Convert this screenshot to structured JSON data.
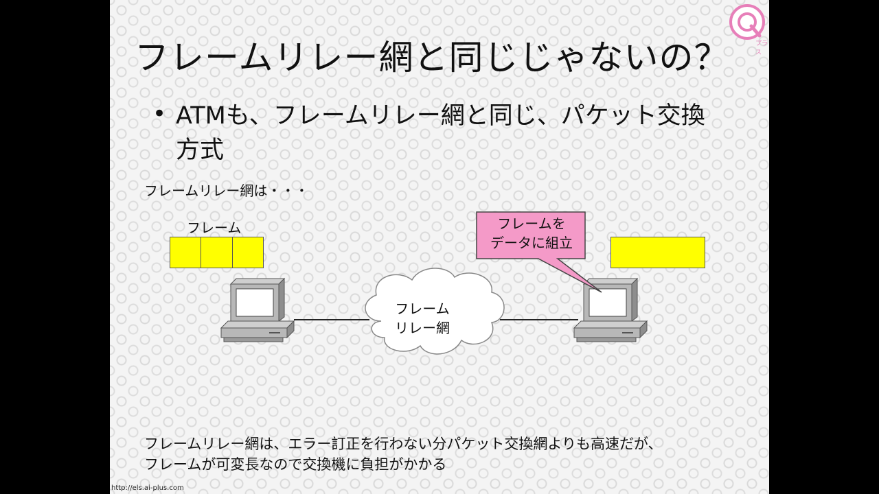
{
  "slide": {
    "title": "フレームリレー網と同じじゃないの？",
    "bullet": "ATMも、フレームリレー網と同じ、パケット交換方式",
    "lead": "フレームリレー網は・・・",
    "frame_label": "フレーム",
    "callout_lines": [
      "フレームを",
      "データに組立"
    ],
    "cloud_lines": [
      "フレーム",
      "リレー網"
    ],
    "footer_lines": [
      "フレームリレー網は、エラー訂正を行わない分パケット交換網よりも高速だが、",
      "フレームが可変長なので交換機に負担がかかる"
    ],
    "url": "http://els.ai-plus.com",
    "logo_text": "プラス"
  },
  "colors": {
    "frame_fill": "#ffff00",
    "callout_fill": "#f49ac8",
    "logo_pink": "#e77fb9"
  }
}
